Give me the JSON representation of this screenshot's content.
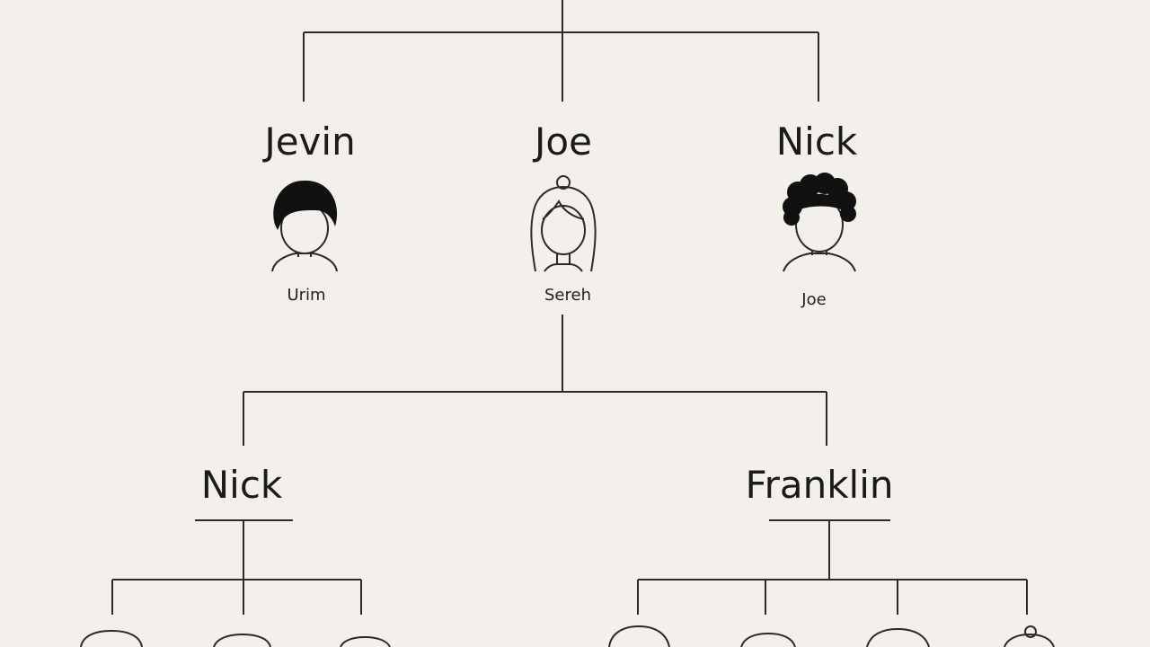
{
  "tree": {
    "generation1": [
      {
        "name": "Jevin",
        "sub": "Urim",
        "avatar": "short-hair-person-icon"
      },
      {
        "name": "Joe",
        "sub": "Sereh",
        "avatar": "long-hair-person-icon"
      },
      {
        "name": "Nick",
        "sub": "Joe",
        "avatar": "curly-hair-person-icon"
      }
    ],
    "generation2": [
      {
        "name": "Nick",
        "children_visible": 3
      },
      {
        "name": "Franklin",
        "children_visible": 4
      }
    ]
  },
  "colors": {
    "background": "#f3f0eb",
    "line": "#2a2a2a",
    "hair": "#111111"
  }
}
